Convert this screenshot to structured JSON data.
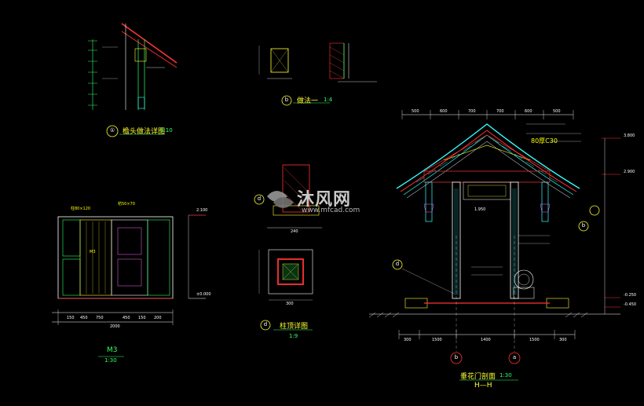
{
  "watermark": {
    "brand": "沐风网",
    "url": "www.mfcad.com"
  },
  "views": {
    "eave_detail": {
      "bubble": "①",
      "title": "檐头做法详图",
      "scale": "1:10"
    },
    "top_detail": {
      "bubble": "b",
      "title": "做法一",
      "scale": "1:4"
    },
    "plan": {
      "title": "M3",
      "scale": "1:30"
    },
    "column_detail": {
      "bubble": "d",
      "title": "柱顶详图",
      "scale": "1:9"
    },
    "elevation": {
      "title": "垂花门剖面",
      "scale": "1:30",
      "section": "H—H"
    }
  },
  "axis_bubbles": {
    "b": "b",
    "a": "a",
    "d": "d"
  },
  "levels": {
    "ridge": "3.800",
    "eave": "2.900",
    "lintel": "1.950",
    "plan_top": "2.100",
    "plan_zero": "±0.000",
    "ground1": "-0.250",
    "ground2": "-0.450"
  },
  "dims": {
    "plan_bottom": [
      "150",
      "450",
      "750",
      "450",
      "150",
      "200"
    ],
    "plan_total": "2000",
    "elev_bottom": [
      "300",
      "1500",
      "1400",
      "1500",
      "300"
    ],
    "elev_top": [
      "500",
      "600",
      "700",
      "700",
      "600",
      "500"
    ],
    "column_detail": "240",
    "column_detail_side": "300"
  },
  "annotations": {
    "plan_a": "柱80×120",
    "plan_b": "枋50×70",
    "plan_c": "M3",
    "elev_note": "80厚C30"
  }
}
